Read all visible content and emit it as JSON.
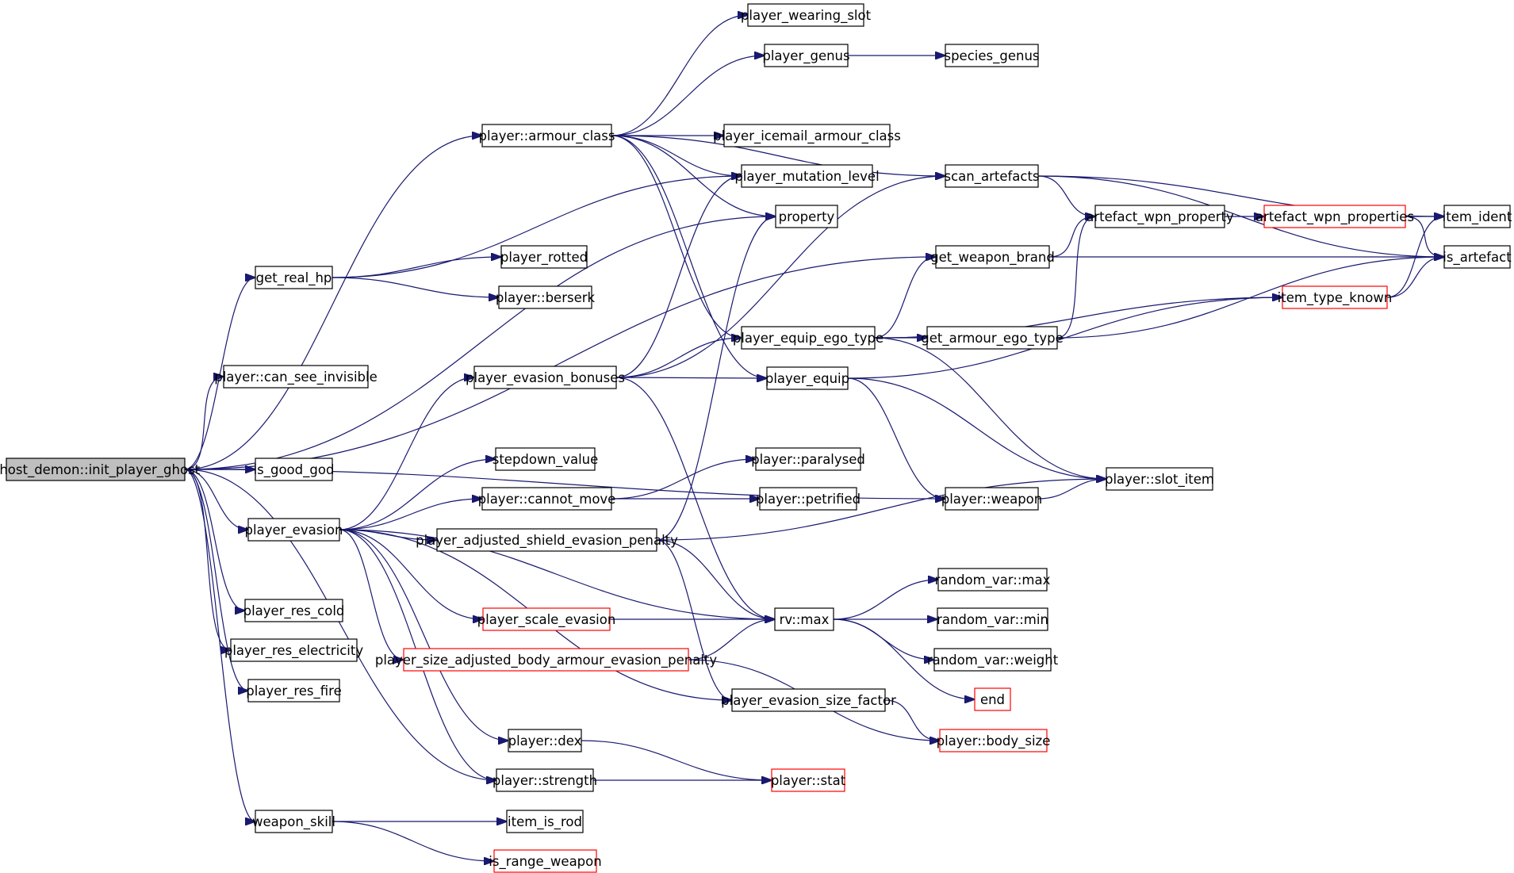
{
  "colors": {
    "edge": "#191970",
    "node_border": "#000000",
    "node_border_truncated": "#ff0000",
    "root_fill": "#bfbfbf",
    "node_fill": "#ffffff"
  },
  "nodes": [
    {
      "id": "init",
      "label": "ghost_demon::init_player_ghost",
      "style": "root"
    },
    {
      "id": "armour_class",
      "label": "player::armour_class",
      "style": "normal"
    },
    {
      "id": "wearing_slot",
      "label": "player_wearing_slot",
      "style": "normal"
    },
    {
      "id": "genus",
      "label": "player_genus",
      "style": "normal"
    },
    {
      "id": "species_genus",
      "label": "species_genus",
      "style": "normal"
    },
    {
      "id": "icemail",
      "label": "player_icemail_armour_class",
      "style": "normal"
    },
    {
      "id": "mutation",
      "label": "player_mutation_level",
      "style": "normal"
    },
    {
      "id": "property",
      "label": "property",
      "style": "normal"
    },
    {
      "id": "scan_artefacts",
      "label": "scan_artefacts",
      "style": "normal"
    },
    {
      "id": "item_ident",
      "label": "item_ident",
      "style": "normal"
    },
    {
      "id": "wpn_property",
      "label": "artefact_wpn_property",
      "style": "normal"
    },
    {
      "id": "wpn_properties",
      "label": "artefact_wpn_properties",
      "style": "truncated"
    },
    {
      "id": "is_artefact",
      "label": "is_artefact",
      "style": "normal"
    },
    {
      "id": "get_real_hp",
      "label": "get_real_hp",
      "style": "normal"
    },
    {
      "id": "rotted",
      "label": "player_rotted",
      "style": "normal"
    },
    {
      "id": "berserk",
      "label": "player::berserk",
      "style": "normal"
    },
    {
      "id": "weapon_brand",
      "label": "get_weapon_brand",
      "style": "normal"
    },
    {
      "id": "type_known",
      "label": "item_type_known",
      "style": "truncated"
    },
    {
      "id": "equip_ego",
      "label": "player_equip_ego_type",
      "style": "normal"
    },
    {
      "id": "armour_ego",
      "label": "get_armour_ego_type",
      "style": "normal"
    },
    {
      "id": "see_invis",
      "label": "player::can_see_invisible",
      "style": "normal"
    },
    {
      "id": "evasion_bonuses",
      "label": "player_evasion_bonuses",
      "style": "normal"
    },
    {
      "id": "equip",
      "label": "player_equip",
      "style": "normal"
    },
    {
      "id": "stepdown",
      "label": "stepdown_value",
      "style": "normal"
    },
    {
      "id": "paralysed",
      "label": "player::paralysed",
      "style": "normal"
    },
    {
      "id": "good_god",
      "label": "is_good_god",
      "style": "normal"
    },
    {
      "id": "cannot_move",
      "label": "player::cannot_move",
      "style": "normal"
    },
    {
      "id": "petrified",
      "label": "player::petrified",
      "style": "normal"
    },
    {
      "id": "weapon",
      "label": "player::weapon",
      "style": "normal"
    },
    {
      "id": "slot_item",
      "label": "player::slot_item",
      "style": "normal"
    },
    {
      "id": "evasion",
      "label": "player_evasion",
      "style": "normal"
    },
    {
      "id": "shield_penalty",
      "label": "player_adjusted_shield_evasion_penalty",
      "style": "normal"
    },
    {
      "id": "rv_max_var",
      "label": "random_var::max",
      "style": "normal"
    },
    {
      "id": "res_cold",
      "label": "player_res_cold",
      "style": "normal"
    },
    {
      "id": "scale_evasion",
      "label": "player_scale_evasion",
      "style": "truncated"
    },
    {
      "id": "rv_max",
      "label": "rv::max",
      "style": "normal"
    },
    {
      "id": "rv_min",
      "label": "random_var::min",
      "style": "normal"
    },
    {
      "id": "res_elec",
      "label": "player_res_electricity",
      "style": "normal"
    },
    {
      "id": "body_armour_penalty",
      "label": "player_size_adjusted_body_armour_evasion_penalty",
      "style": "truncated"
    },
    {
      "id": "rv_weight",
      "label": "random_var::weight",
      "style": "normal"
    },
    {
      "id": "res_fire",
      "label": "player_res_fire",
      "style": "normal"
    },
    {
      "id": "end",
      "label": "end",
      "style": "truncated"
    },
    {
      "id": "size_factor",
      "label": "player_evasion_size_factor",
      "style": "normal"
    },
    {
      "id": "dex",
      "label": "player::dex",
      "style": "normal"
    },
    {
      "id": "body_size",
      "label": "player::body_size",
      "style": "truncated"
    },
    {
      "id": "strength",
      "label": "player::strength",
      "style": "normal"
    },
    {
      "id": "stat",
      "label": "player::stat",
      "style": "truncated"
    },
    {
      "id": "weapon_skill",
      "label": "weapon_skill",
      "style": "normal"
    },
    {
      "id": "is_rod",
      "label": "item_is_rod",
      "style": "normal"
    },
    {
      "id": "range_weapon",
      "label": "is_range_weapon",
      "style": "truncated"
    }
  ],
  "edges": [
    {
      "from": "init",
      "to": "armour_class"
    },
    {
      "from": "init",
      "to": "property"
    },
    {
      "from": "init",
      "to": "get_real_hp"
    },
    {
      "from": "init",
      "to": "weapon_brand"
    },
    {
      "from": "init",
      "to": "see_invis"
    },
    {
      "from": "init",
      "to": "weapon"
    },
    {
      "from": "init",
      "to": "good_god"
    },
    {
      "from": "init",
      "to": "evasion"
    },
    {
      "from": "init",
      "to": "res_cold"
    },
    {
      "from": "init",
      "to": "res_elec"
    },
    {
      "from": "init",
      "to": "res_fire"
    },
    {
      "from": "init",
      "to": "strength"
    },
    {
      "from": "init",
      "to": "weapon_skill"
    },
    {
      "from": "armour_class",
      "to": "wearing_slot"
    },
    {
      "from": "armour_class",
      "to": "genus"
    },
    {
      "from": "armour_class",
      "to": "scan_artefacts"
    },
    {
      "from": "armour_class",
      "to": "icemail"
    },
    {
      "from": "armour_class",
      "to": "mutation"
    },
    {
      "from": "armour_class",
      "to": "property"
    },
    {
      "from": "armour_class",
      "to": "equip_ego"
    },
    {
      "from": "armour_class",
      "to": "equip"
    },
    {
      "from": "genus",
      "to": "species_genus"
    },
    {
      "from": "scan_artefacts",
      "to": "item_ident"
    },
    {
      "from": "scan_artefacts",
      "to": "wpn_property"
    },
    {
      "from": "scan_artefacts",
      "to": "is_artefact"
    },
    {
      "from": "wpn_property",
      "to": "wpn_properties"
    },
    {
      "from": "wpn_properties",
      "to": "item_ident"
    },
    {
      "from": "wpn_properties",
      "to": "is_artefact"
    },
    {
      "from": "get_real_hp",
      "to": "mutation"
    },
    {
      "from": "get_real_hp",
      "to": "rotted"
    },
    {
      "from": "get_real_hp",
      "to": "berserk"
    },
    {
      "from": "weapon_brand",
      "to": "wpn_property"
    },
    {
      "from": "weapon_brand",
      "to": "is_artefact"
    },
    {
      "from": "type_known",
      "to": "item_ident"
    },
    {
      "from": "type_known",
      "to": "is_artefact"
    },
    {
      "from": "equip_ego",
      "to": "weapon_brand"
    },
    {
      "from": "equip_ego",
      "to": "type_known"
    },
    {
      "from": "equip_ego",
      "to": "armour_ego"
    },
    {
      "from": "equip_ego",
      "to": "slot_item"
    },
    {
      "from": "armour_ego",
      "to": "wpn_property"
    },
    {
      "from": "armour_ego",
      "to": "is_artefact"
    },
    {
      "from": "evasion_bonuses",
      "to": "scan_artefacts"
    },
    {
      "from": "evasion_bonuses",
      "to": "mutation"
    },
    {
      "from": "evasion_bonuses",
      "to": "equip_ego"
    },
    {
      "from": "evasion_bonuses",
      "to": "equip"
    },
    {
      "from": "evasion_bonuses",
      "to": "rv_max"
    },
    {
      "from": "equip",
      "to": "type_known"
    },
    {
      "from": "equip",
      "to": "weapon"
    },
    {
      "from": "equip",
      "to": "slot_item"
    },
    {
      "from": "cannot_move",
      "to": "paralysed"
    },
    {
      "from": "cannot_move",
      "to": "petrified"
    },
    {
      "from": "weapon",
      "to": "slot_item"
    },
    {
      "from": "evasion",
      "to": "evasion_bonuses"
    },
    {
      "from": "evasion",
      "to": "stepdown"
    },
    {
      "from": "evasion",
      "to": "cannot_move"
    },
    {
      "from": "evasion",
      "to": "shield_penalty"
    },
    {
      "from": "evasion",
      "to": "rv_max"
    },
    {
      "from": "evasion",
      "to": "scale_evasion"
    },
    {
      "from": "evasion",
      "to": "body_armour_penalty"
    },
    {
      "from": "evasion",
      "to": "size_factor"
    },
    {
      "from": "evasion",
      "to": "dex"
    },
    {
      "from": "evasion",
      "to": "strength"
    },
    {
      "from": "shield_penalty",
      "to": "property"
    },
    {
      "from": "shield_penalty",
      "to": "slot_item"
    },
    {
      "from": "shield_penalty",
      "to": "rv_max"
    },
    {
      "from": "shield_penalty",
      "to": "size_factor"
    },
    {
      "from": "scale_evasion",
      "to": "rv_max"
    },
    {
      "from": "body_armour_penalty",
      "to": "rv_max"
    },
    {
      "from": "body_armour_penalty",
      "to": "body_size"
    },
    {
      "from": "rv_max",
      "to": "rv_max_var"
    },
    {
      "from": "rv_max",
      "to": "rv_min"
    },
    {
      "from": "rv_max",
      "to": "rv_weight"
    },
    {
      "from": "rv_max",
      "to": "end"
    },
    {
      "from": "size_factor",
      "to": "body_size"
    },
    {
      "from": "dex",
      "to": "stat"
    },
    {
      "from": "strength",
      "to": "stat"
    },
    {
      "from": "weapon_skill",
      "to": "is_rod"
    },
    {
      "from": "weapon_skill",
      "to": "range_weapon"
    }
  ]
}
